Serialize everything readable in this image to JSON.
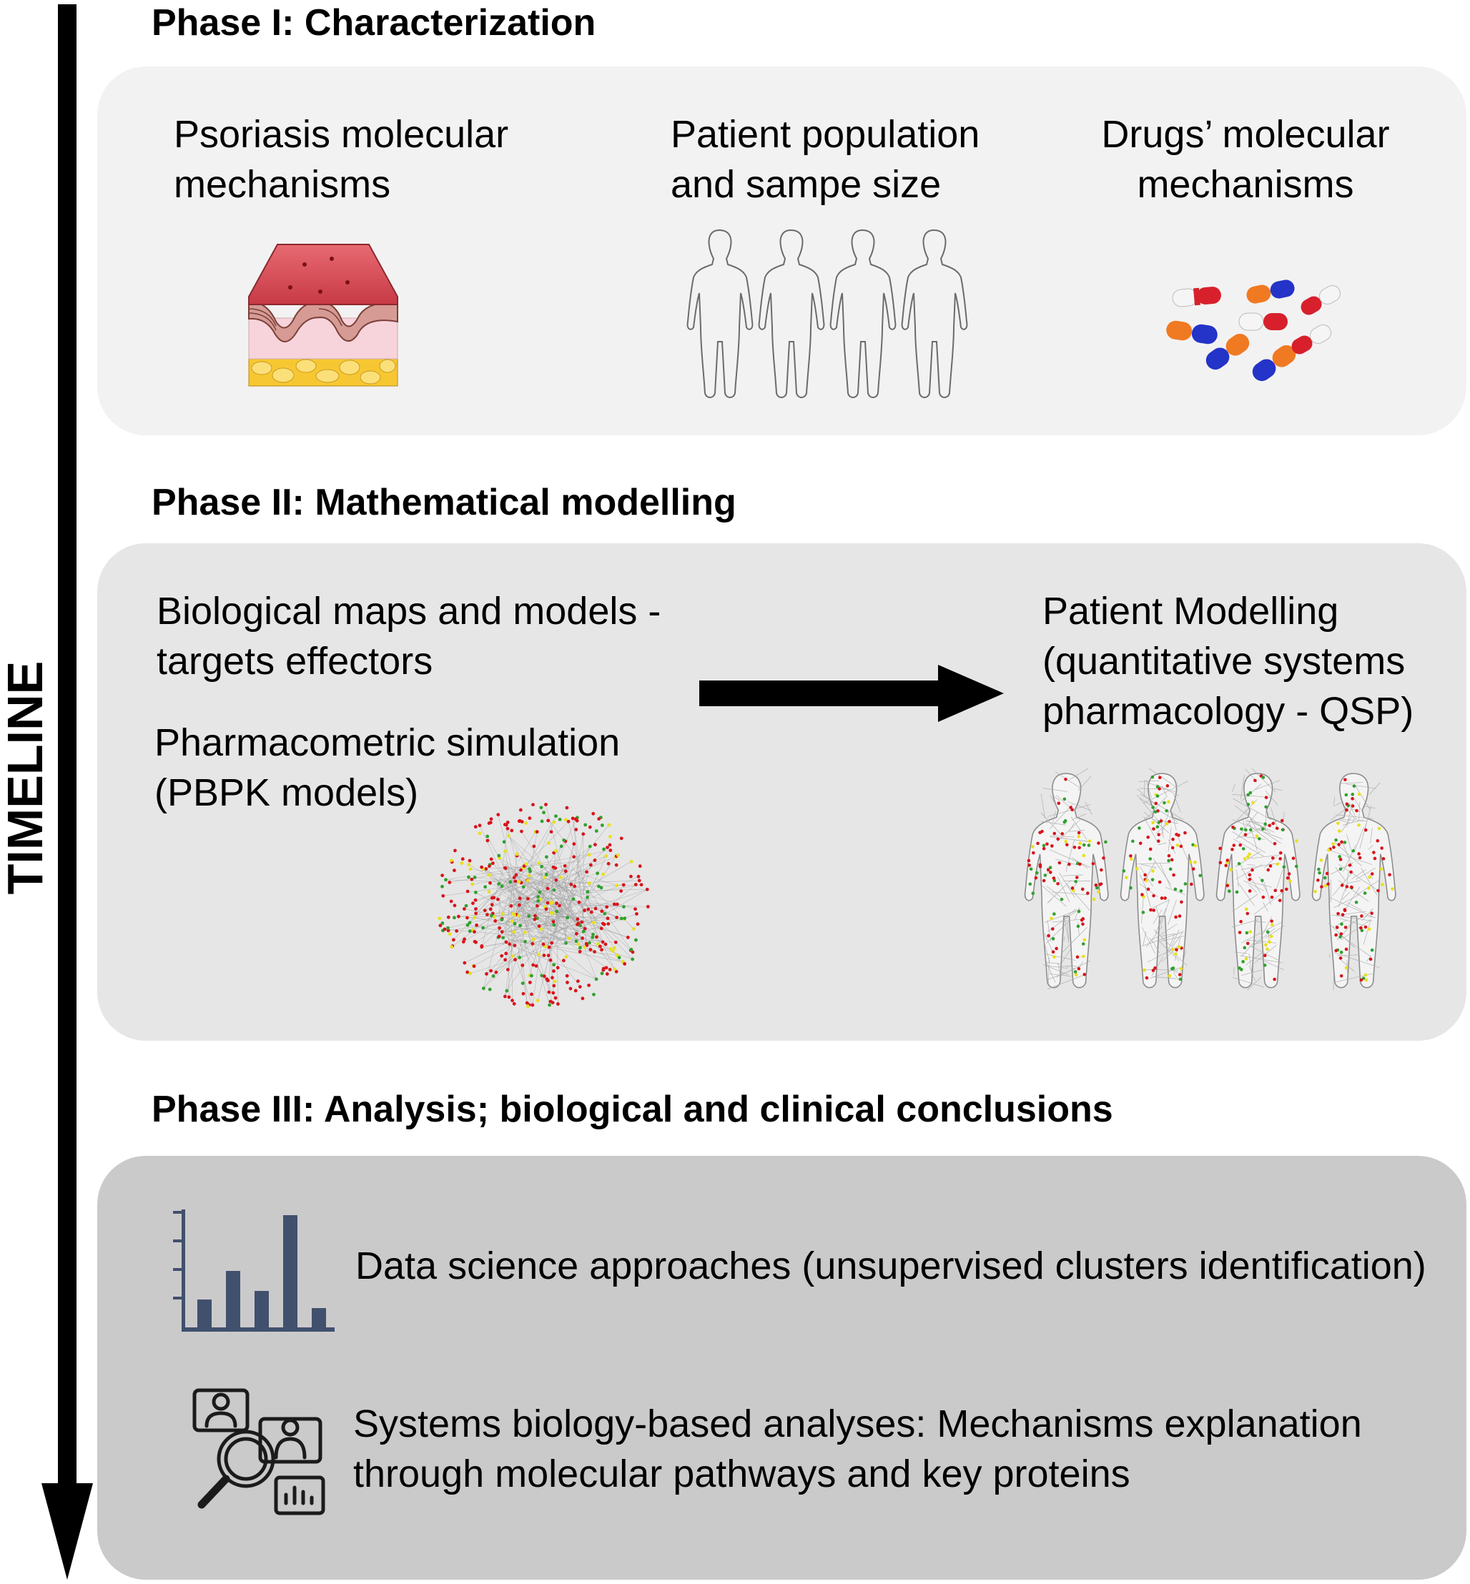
{
  "timeline": {
    "label": "TIMELINE"
  },
  "phases": [
    {
      "title": "Phase I: Characterization",
      "panel_color": "#f3f2f2",
      "items": [
        {
          "lines": [
            "Psoriasis molecular",
            "mechanisms"
          ],
          "icon": "skin-cross-section-icon"
        },
        {
          "lines": [
            "Patient population",
            "and sampe size"
          ],
          "icon": "human-silhouettes-icon"
        },
        {
          "lines": [
            "Drugs’ molecular",
            "mechanisms"
          ],
          "icon": "pills-capsules-icon"
        }
      ]
    },
    {
      "title": "Phase II: Mathematical  modelling",
      "panel_color": "#e6e6e6",
      "items": [
        {
          "lines": [
            "Biological maps and models -",
            "targets effectors"
          ]
        },
        {
          "lines": [
            "Pharmacometric simulation",
            "(PBPK models)"
          ],
          "icon": "network-graph-icon"
        },
        {
          "lines": [
            "Patient Modelling",
            "(quantitative systems",
            "pharmacology - QSP)"
          ],
          "icon": "network-patients-icon"
        }
      ]
    },
    {
      "title": "Phase III:  Analysis; biological and clinical conclusions",
      "panel_color": "#cbcacb",
      "items": [
        {
          "lines": [
            "Data science approaches (unsupervised clusters identification)"
          ],
          "icon": "bar-chart-icon"
        },
        {
          "lines": [
            "Systems biology-based analyses: Mechanisms explanation",
            "through molecular pathways and key proteins"
          ],
          "icon": "analysis-people-magnifier-icon"
        }
      ]
    }
  ],
  "colors": {
    "skin_red": "#e0505a",
    "fat_yellow": "#f7c733",
    "capsule_red": "#d7202c",
    "capsule_blue": "#2433c8",
    "capsule_orange": "#f07a22",
    "node_red": "#d8141b",
    "node_green": "#2fa12e",
    "node_yellow": "#e8e01c",
    "icon_slate": "#41506d"
  }
}
